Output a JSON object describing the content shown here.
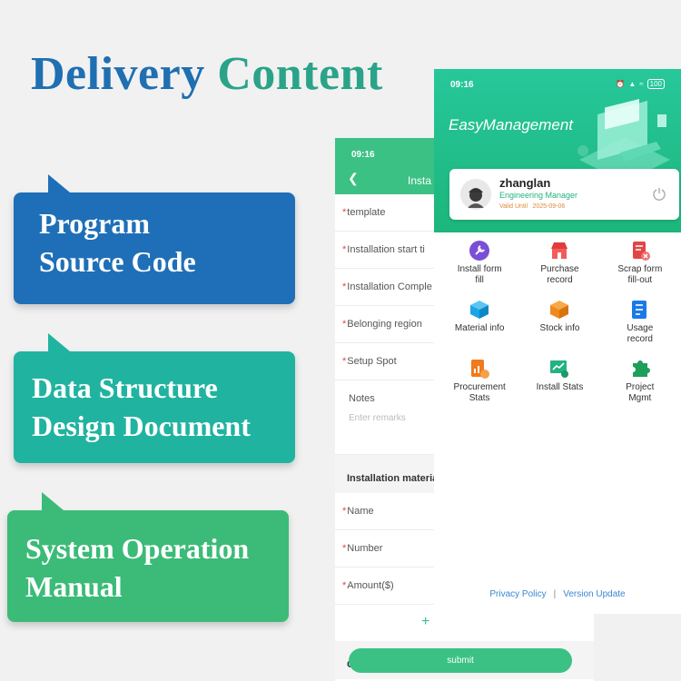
{
  "banner": {
    "title_part1": "Delivery",
    "title_part2": "Content",
    "bubbles": [
      {
        "text": "Program\nSource Code",
        "color": "#1f6fb8"
      },
      {
        "text": "Data Structure\nDesign Document",
        "color": "#20b3a0"
      },
      {
        "text": "System Operation\nManual",
        "color": "#3bbb77"
      }
    ]
  },
  "form_screen": {
    "time": "09:16",
    "title": "Insta",
    "fields": [
      {
        "label": "template",
        "required": true
      },
      {
        "label": "Installation start ti",
        "required": true
      },
      {
        "label": "Installation Comple",
        "required": true
      },
      {
        "label": "Belonging region",
        "required": true
      },
      {
        "label": "Setup Spot",
        "required": true
      }
    ],
    "notes_label": "Notes",
    "notes_placeholder": "Enter remarks",
    "section_material": "Installation materia",
    "material_fields": [
      {
        "label": "Name",
        "required": true
      },
      {
        "label": "Number",
        "required": true
      },
      {
        "label": "Amount($)",
        "required": true
      }
    ],
    "add_icon": "+",
    "section_cost": "Cost information",
    "submit_label": "submit"
  },
  "home_screen": {
    "time": "09:16",
    "battery": "100",
    "brand": "EasyManagement",
    "user": {
      "name": "zhanglan",
      "role": "Engineering Manager",
      "valid": "Valid Until  2025-09-06"
    },
    "menu": [
      {
        "label": "Install form\nfill",
        "icon": "wrench-icon",
        "color": "#7a4fd6"
      },
      {
        "label": "Purchase\nrecord",
        "icon": "cart-store-icon",
        "color": "#e23b3b"
      },
      {
        "label": "Scrap form\nfill-out",
        "icon": "scrap-form-icon",
        "color": "#e24646"
      },
      {
        "label": "Material info",
        "icon": "cube-icon",
        "color": "#1aa6e6"
      },
      {
        "label": "Stock info",
        "icon": "box-icon",
        "color": "#f08a1c"
      },
      {
        "label": "Usage\nrecord",
        "icon": "list-icon",
        "color": "#1a7be6"
      },
      {
        "label": "Procurement\nStats",
        "icon": "report-icon",
        "color": "#f07a1c"
      },
      {
        "label": "Install Stats",
        "icon": "chart-icon",
        "color": "#22b37f"
      },
      {
        "label": "Project\nMgmt",
        "icon": "puzzle-icon",
        "color": "#1e9e5a"
      }
    ],
    "footer": {
      "privacy": "Privacy Policy",
      "separator": "|",
      "version": "Version Update"
    }
  }
}
